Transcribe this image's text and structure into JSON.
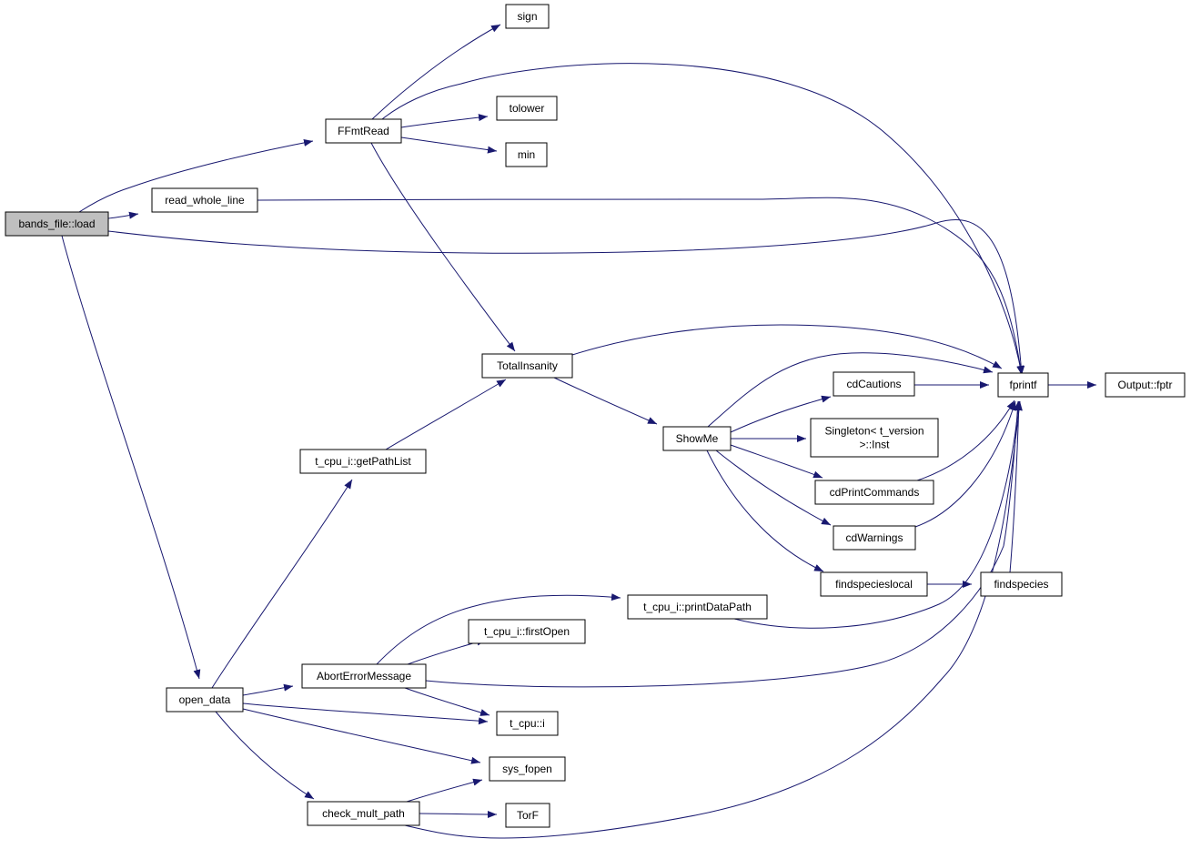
{
  "graph": {
    "nodes": [
      {
        "id": "load",
        "lines": [
          "bands_file::load"
        ],
        "root": true
      },
      {
        "id": "FFmtRead",
        "lines": [
          "FFmtRead"
        ]
      },
      {
        "id": "sign",
        "lines": [
          "sign"
        ]
      },
      {
        "id": "tolower",
        "lines": [
          "tolower"
        ]
      },
      {
        "id": "min",
        "lines": [
          "min"
        ]
      },
      {
        "id": "read_whole_line",
        "lines": [
          "read_whole_line"
        ]
      },
      {
        "id": "TotalInsanity",
        "lines": [
          "TotalInsanity"
        ]
      },
      {
        "id": "getPathList",
        "lines": [
          "t_cpu_i::getPathList"
        ]
      },
      {
        "id": "ShowMe",
        "lines": [
          "ShowMe"
        ]
      },
      {
        "id": "cdCautions",
        "lines": [
          "cdCautions"
        ]
      },
      {
        "id": "Singleton",
        "lines": [
          "Singleton< t_version",
          ">::Inst"
        ]
      },
      {
        "id": "cdPrintCommands",
        "lines": [
          "cdPrintCommands"
        ]
      },
      {
        "id": "cdWarnings",
        "lines": [
          "cdWarnings"
        ]
      },
      {
        "id": "findspecieslocal",
        "lines": [
          "findspecieslocal"
        ]
      },
      {
        "id": "findspecies",
        "lines": [
          "findspecies"
        ]
      },
      {
        "id": "fprintf",
        "lines": [
          "fprintf"
        ]
      },
      {
        "id": "fptr",
        "lines": [
          "Output::fptr"
        ]
      },
      {
        "id": "printDataPath",
        "lines": [
          "t_cpu_i::printDataPath"
        ]
      },
      {
        "id": "firstOpen",
        "lines": [
          "t_cpu_i::firstOpen"
        ]
      },
      {
        "id": "AbortErrorMessage",
        "lines": [
          "AbortErrorMessage"
        ]
      },
      {
        "id": "open_data",
        "lines": [
          "open_data"
        ]
      },
      {
        "id": "t_cpu_i",
        "lines": [
          "t_cpu::i"
        ]
      },
      {
        "id": "sys_fopen",
        "lines": [
          "sys_fopen"
        ]
      },
      {
        "id": "check_mult_path",
        "lines": [
          "check_mult_path"
        ]
      },
      {
        "id": "TorF",
        "lines": [
          "TorF"
        ]
      }
    ],
    "edges": [
      {
        "from": "load",
        "to": "FFmtRead"
      },
      {
        "from": "load",
        "to": "read_whole_line"
      },
      {
        "from": "load",
        "to": "fprintf"
      },
      {
        "from": "load",
        "to": "open_data"
      },
      {
        "from": "FFmtRead",
        "to": "sign"
      },
      {
        "from": "FFmtRead",
        "to": "fprintf"
      },
      {
        "from": "FFmtRead",
        "to": "tolower"
      },
      {
        "from": "FFmtRead",
        "to": "min"
      },
      {
        "from": "FFmtRead",
        "to": "TotalInsanity"
      },
      {
        "from": "read_whole_line",
        "to": "fprintf"
      },
      {
        "from": "TotalInsanity",
        "to": "fprintf"
      },
      {
        "from": "TotalInsanity",
        "to": "ShowMe"
      },
      {
        "from": "getPathList",
        "to": "TotalInsanity"
      },
      {
        "from": "ShowMe",
        "to": "fprintf"
      },
      {
        "from": "ShowMe",
        "to": "cdCautions"
      },
      {
        "from": "ShowMe",
        "to": "Singleton"
      },
      {
        "from": "ShowMe",
        "to": "cdPrintCommands"
      },
      {
        "from": "ShowMe",
        "to": "cdWarnings"
      },
      {
        "from": "ShowMe",
        "to": "findspecieslocal"
      },
      {
        "from": "cdCautions",
        "to": "fprintf"
      },
      {
        "from": "cdPrintCommands",
        "to": "fprintf"
      },
      {
        "from": "cdWarnings",
        "to": "fprintf"
      },
      {
        "from": "findspecieslocal",
        "to": "findspecies"
      },
      {
        "from": "findspecies",
        "to": "fprintf"
      },
      {
        "from": "fprintf",
        "to": "fptr"
      },
      {
        "from": "printDataPath",
        "to": "fprintf"
      },
      {
        "from": "AbortErrorMessage",
        "to": "printDataPath"
      },
      {
        "from": "AbortErrorMessage",
        "to": "firstOpen"
      },
      {
        "from": "AbortErrorMessage",
        "to": "fprintf"
      },
      {
        "from": "AbortErrorMessage",
        "to": "t_cpu_i"
      },
      {
        "from": "open_data",
        "to": "getPathList"
      },
      {
        "from": "open_data",
        "to": "AbortErrorMessage"
      },
      {
        "from": "open_data",
        "to": "t_cpu_i"
      },
      {
        "from": "open_data",
        "to": "sys_fopen"
      },
      {
        "from": "open_data",
        "to": "check_mult_path"
      },
      {
        "from": "check_mult_path",
        "to": "sys_fopen"
      },
      {
        "from": "check_mult_path",
        "to": "TorF"
      },
      {
        "from": "check_mult_path",
        "to": "fprintf"
      }
    ],
    "colors": {
      "edge": "#191970",
      "root_fill": "#bfbfbf",
      "node_fill": "#ffffff",
      "node_border": "#000000"
    }
  }
}
